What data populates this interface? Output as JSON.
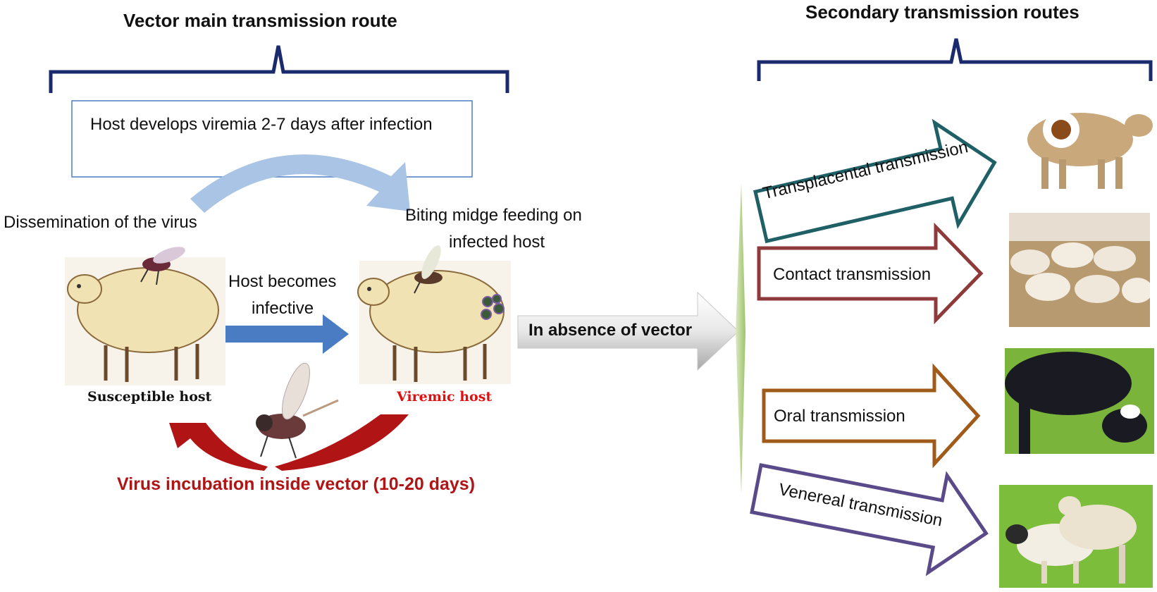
{
  "left": {
    "heading": "Vector main transmission route",
    "viremia_note": "Host develops viremia 2-7 days after infection",
    "dissemination_label": "Dissemination of the virus",
    "feeding_label_line1": "Biting midge feeding on",
    "feeding_label_line2": "infected host",
    "infective_label_line1": "Host becomes",
    "infective_label_line2": "infective",
    "susceptible_label": "Susceptible host",
    "viremic_label": "Viremic host",
    "incubation_label": "Virus incubation inside vector (10-20 days)"
  },
  "middle": {
    "absence_label": "In absence of vector"
  },
  "right": {
    "heading": "Secondary transmission routes",
    "routes": [
      {
        "label": "Transplacental transmission",
        "color": "#1f5f66"
      },
      {
        "label": "Contact transmission",
        "color": "#8e3a3a"
      },
      {
        "label": "Oral transmission",
        "color": "#a05a1a"
      },
      {
        "label": "Venereal transmission",
        "color": "#5a4a8a"
      }
    ]
  },
  "colors": {
    "bracket": "#1a2a6c",
    "curved_arrow_top": "#a9c4e4",
    "curved_arrow_bottom": "#b01414",
    "infective_arrow": "#4a7cc4",
    "incubation_text": "#b01414",
    "viremic_text": "#e01010",
    "green_fan": "#b9d68a"
  }
}
